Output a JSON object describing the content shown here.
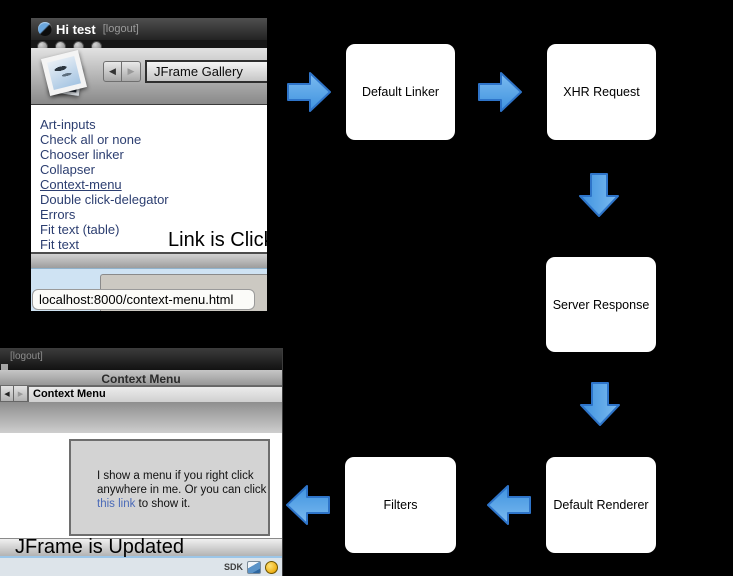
{
  "annotations": {
    "link_clicked": "Link is Click",
    "jframe_updated": "JFrame is Updated"
  },
  "top_window": {
    "title": "Hi test",
    "logout_label": "[logout]",
    "back_glyph": "◀",
    "forward_glyph": "▶",
    "gallery_title": "JFrame Gallery",
    "links": [
      "Art-inputs",
      "Check all or none",
      "Chooser linker",
      "Collapser",
      "Context-menu",
      "Double click-delegator",
      "Errors",
      "Fit text (table)",
      "Fit text"
    ],
    "status_url": "localhost:8000/context-menu.html"
  },
  "flow_boxes": [
    "Default Linker",
    "XHR Request",
    "Server Response",
    "Default Renderer",
    "Filters"
  ],
  "bottom_window": {
    "logout_label": "[logout]",
    "window_title": "Context Menu",
    "nav_title": "Context Menu",
    "back_glyph": "◀",
    "forward_glyph": "▶",
    "panel_line1": "I show a menu if you right click",
    "panel_line2": "anywhere in me. Or you can click",
    "panel_link": "this link",
    "panel_line3": " to show it.",
    "sdk_label": "SDK"
  },
  "colors": {
    "background": "#000000",
    "arrow_fill_top": "#7cbbf0",
    "arrow_fill_bottom": "#3e92df",
    "arrow_border": "#2e74c9",
    "gallery_link_text": "#2c3e70",
    "panel_link_color": "#4a6ab8"
  }
}
